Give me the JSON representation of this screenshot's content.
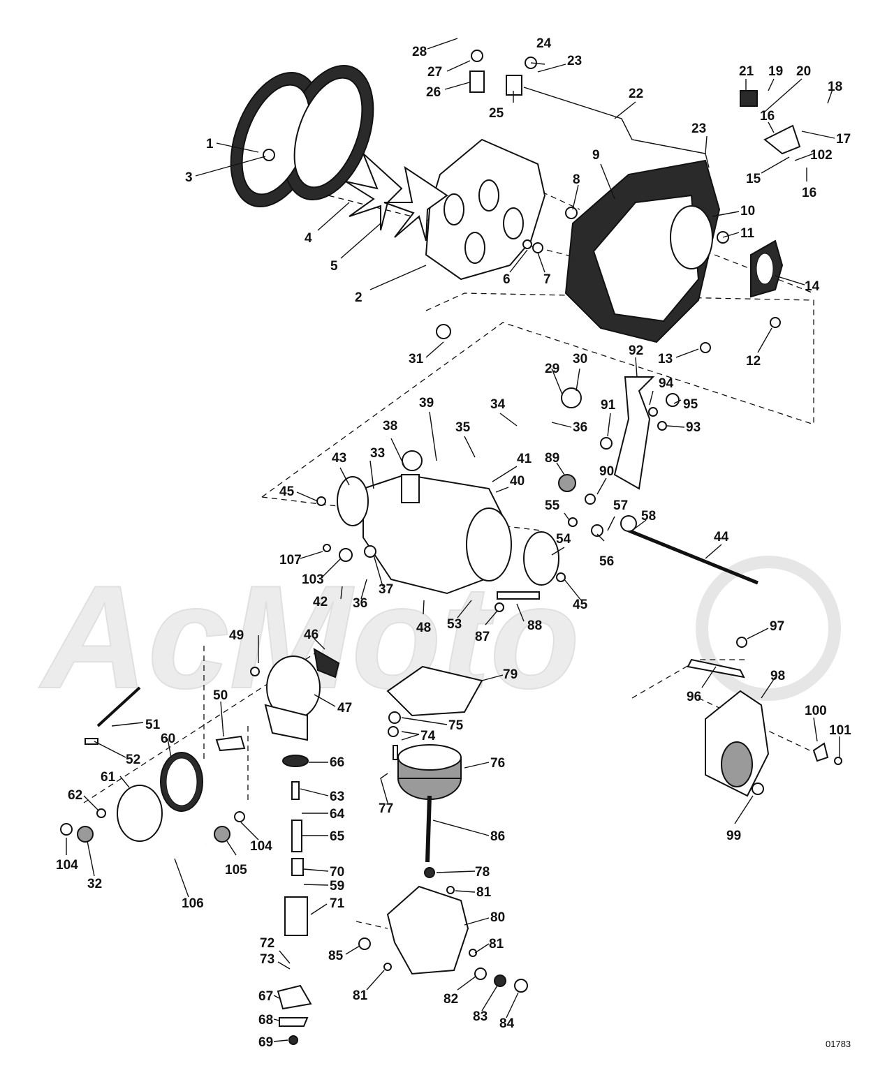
{
  "figure": {
    "drawing_number": "01783",
    "watermark_text": "AcMoto",
    "callouts": [
      "1",
      "2",
      "3",
      "4",
      "5",
      "6",
      "7",
      "8",
      "9",
      "10",
      "11",
      "12",
      "13",
      "14",
      "15",
      "16",
      "16",
      "17",
      "18",
      "19",
      "20",
      "21",
      "22",
      "23",
      "23",
      "24",
      "25",
      "26",
      "27",
      "28",
      "29",
      "30",
      "31",
      "32",
      "33",
      "34",
      "35",
      "36",
      "36",
      "37",
      "38",
      "39",
      "40",
      "41",
      "42",
      "43",
      "44",
      "45",
      "45",
      "46",
      "47",
      "48",
      "49",
      "50",
      "51",
      "52",
      "53",
      "54",
      "55",
      "56",
      "57",
      "58",
      "59",
      "60",
      "61",
      "62",
      "63",
      "64",
      "65",
      "66",
      "67",
      "68",
      "69",
      "70",
      "71",
      "72",
      "73",
      "74",
      "75",
      "76",
      "77",
      "78",
      "79",
      "80",
      "81",
      "81",
      "81",
      "81",
      "82",
      "83",
      "84",
      "85",
      "86",
      "87",
      "88",
      "89",
      "90",
      "91",
      "92",
      "93",
      "94",
      "95",
      "96",
      "97",
      "98",
      "99",
      "100",
      "101",
      "102",
      "103",
      "104",
      "104",
      "105",
      "106",
      "107"
    ]
  },
  "colors": {
    "ink": "#111111",
    "paper": "#ffffff",
    "watermark": "#e9e9e9"
  }
}
